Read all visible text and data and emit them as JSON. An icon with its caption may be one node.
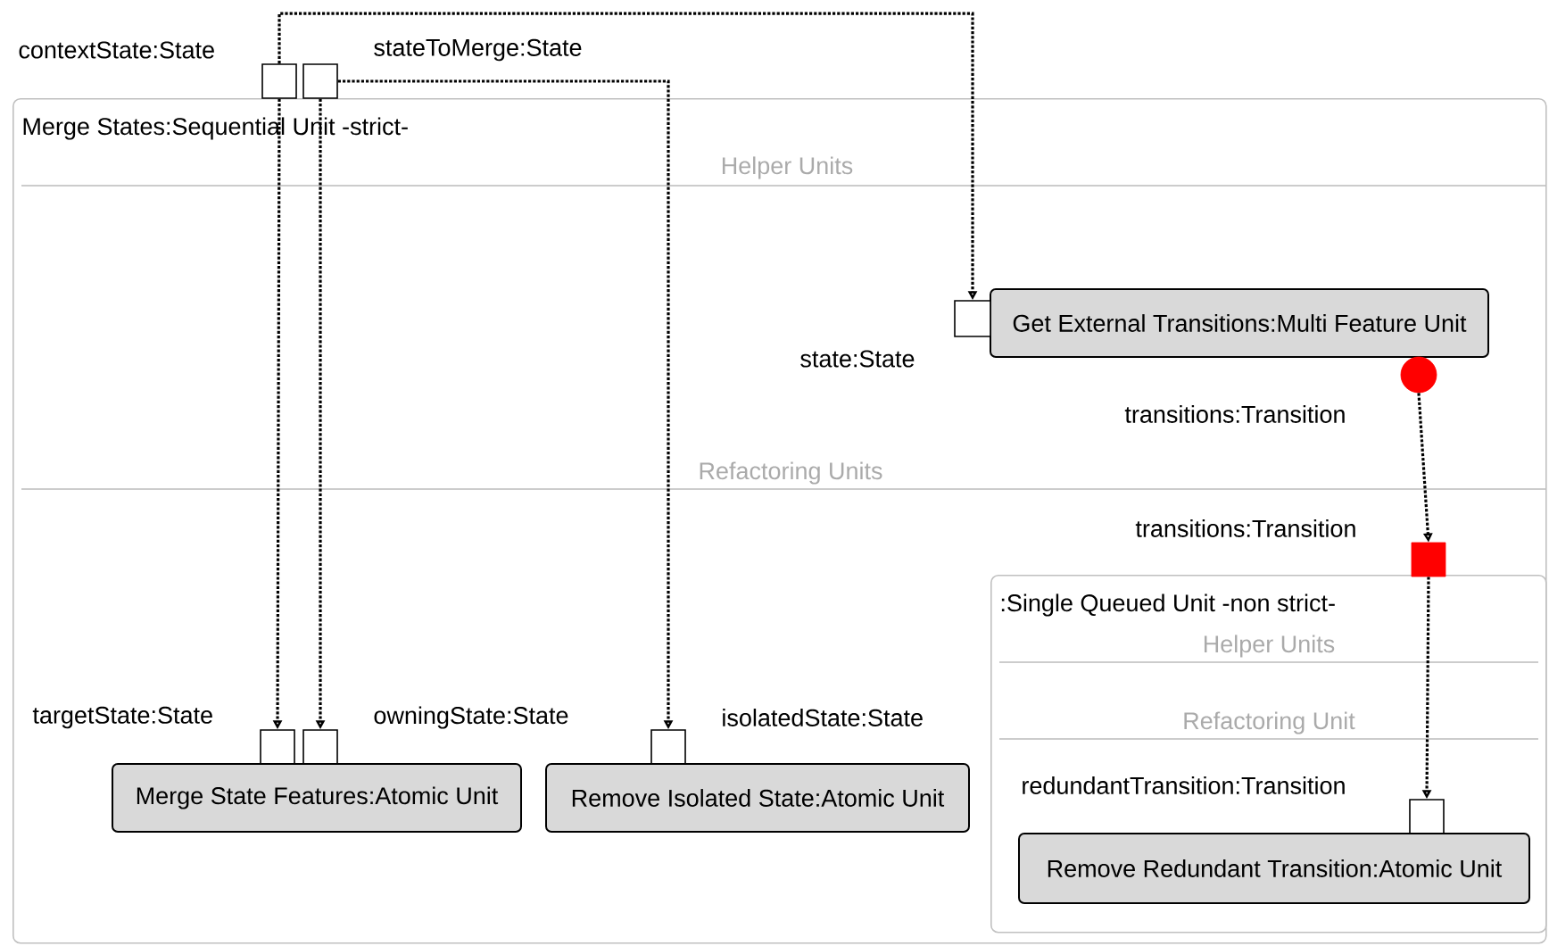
{
  "diagram": {
    "nodes": [
      {
        "text": [
          "Merge States:Sequential Unit -strict-"
        ]
      },
      {
        "text": [],
        "shape": "box"
      },
      {
        "text": [],
        "shape": "box"
      },
      {
        "text": [
          "Get External Transitions:Multi Feature Unit"
        ],
        "in": 0
      },
      {
        "text": [],
        "shape": "box",
        "in": 0
      },
      {
        "text": [],
        "shape": "circle",
        "in": 0
      },
      {
        "text": [],
        "shape": "box",
        "in": 0
      },
      {
        "text": [
          ":Single Queued Unit -non strict-"
        ],
        "in": 0
      },
      {
        "text": [],
        "shape": "box",
        "in": 0
      },
      {
        "text": [],
        "shape": "box",
        "in": 0
      },
      {
        "text": [
          "Merge State Features:Atomic Unit"
        ],
        "in": 0
      },
      {
        "text": [],
        "shape": "box",
        "in": 0
      },
      {
        "text": [
          "Remove Isolated State:Atomic Unit"
        ],
        "in": 0
      },
      {
        "text": [],
        "shape": "box",
        "in": 7
      },
      {
        "text": [
          "Remove Redundant Transition:Atomic Unit"
        ],
        "in": 7
      }
    ],
    "edges": [
      {
        "from": 1,
        "to": 4,
        "arrow": "to"
      },
      {
        "from": 1,
        "to": 8,
        "arrow": "to"
      },
      {
        "from": 2,
        "to": 9,
        "arrow": "to"
      },
      {
        "from": 2,
        "to": 11,
        "arrow": "to"
      },
      {
        "from": 5,
        "to": 6,
        "arrow": "to"
      },
      {
        "from": 6,
        "to": 13,
        "arrow": "to"
      }
    ],
    "labels": [
      "contextState:State",
      "stateToMerge:State",
      "Helper Units",
      "state:State",
      "transitions:Transition",
      "Refactoring Units",
      "transitions:Transition",
      "Helper Units",
      "Refactoring Unit",
      "targetState:State",
      "owningState:State",
      "isolatedState:State",
      "redundantTransition:Transition"
    ]
  }
}
